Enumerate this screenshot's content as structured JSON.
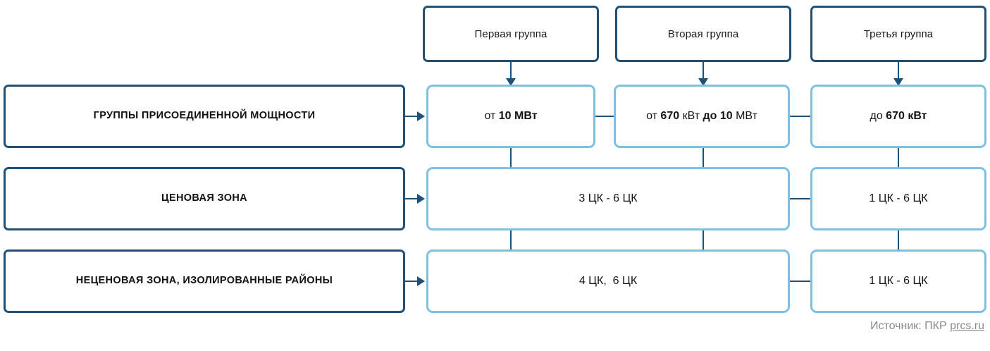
{
  "diagram": {
    "column_headers": [
      {
        "label": "Первая группа"
      },
      {
        "label": "Вторая группа"
      },
      {
        "label": "Третья группа"
      }
    ],
    "row_labels": [
      {
        "label": "ГРУППЫ ПРИСОЕДИНЕННОЙ МОЩНОСТИ"
      },
      {
        "label": "ЦЕНОВАЯ ЗОНА"
      },
      {
        "label": "НЕЦЕНОВАЯ ЗОНА, ИЗОЛИРОВАННЫЕ РАЙОНЫ"
      }
    ],
    "cells": {
      "power_group_1": "от 10 МВт",
      "power_group_2": "от 670 кВт до 10 МВт",
      "power_group_3": "до 670 кВт",
      "price_zone_merged_1_2": "3 ЦК - 6 ЦК",
      "price_zone_3": "1 ЦК - 6 ЦК",
      "nonprice_zone_merged_1_2": "4 ЦК,  6 ЦК",
      "nonprice_zone_3": "1 ЦК - 6 ЦК"
    },
    "cells_rich": {
      "power_group_1": [
        {
          "text": "от ",
          "bold": false
        },
        {
          "text": "10 МВт",
          "bold": true
        }
      ],
      "power_group_2": [
        {
          "text": "от ",
          "bold": false
        },
        {
          "text": "670",
          "bold": true
        },
        {
          "text": " кВт ",
          "bold": false
        },
        {
          "text": "до 10",
          "bold": true
        },
        {
          "text": " МВт",
          "bold": false
        }
      ],
      "power_group_3": [
        {
          "text": "до ",
          "bold": false
        },
        {
          "text": "670 кВт",
          "bold": true
        }
      ]
    },
    "source": {
      "prefix": "Источник: ПКР ",
      "link": "prcs.ru"
    },
    "colors": {
      "navy": "#1d5178",
      "light_blue": "#7cc0e6",
      "text": "#141414",
      "source_gray": "#8b8b8b",
      "background": "#ffffff"
    }
  }
}
